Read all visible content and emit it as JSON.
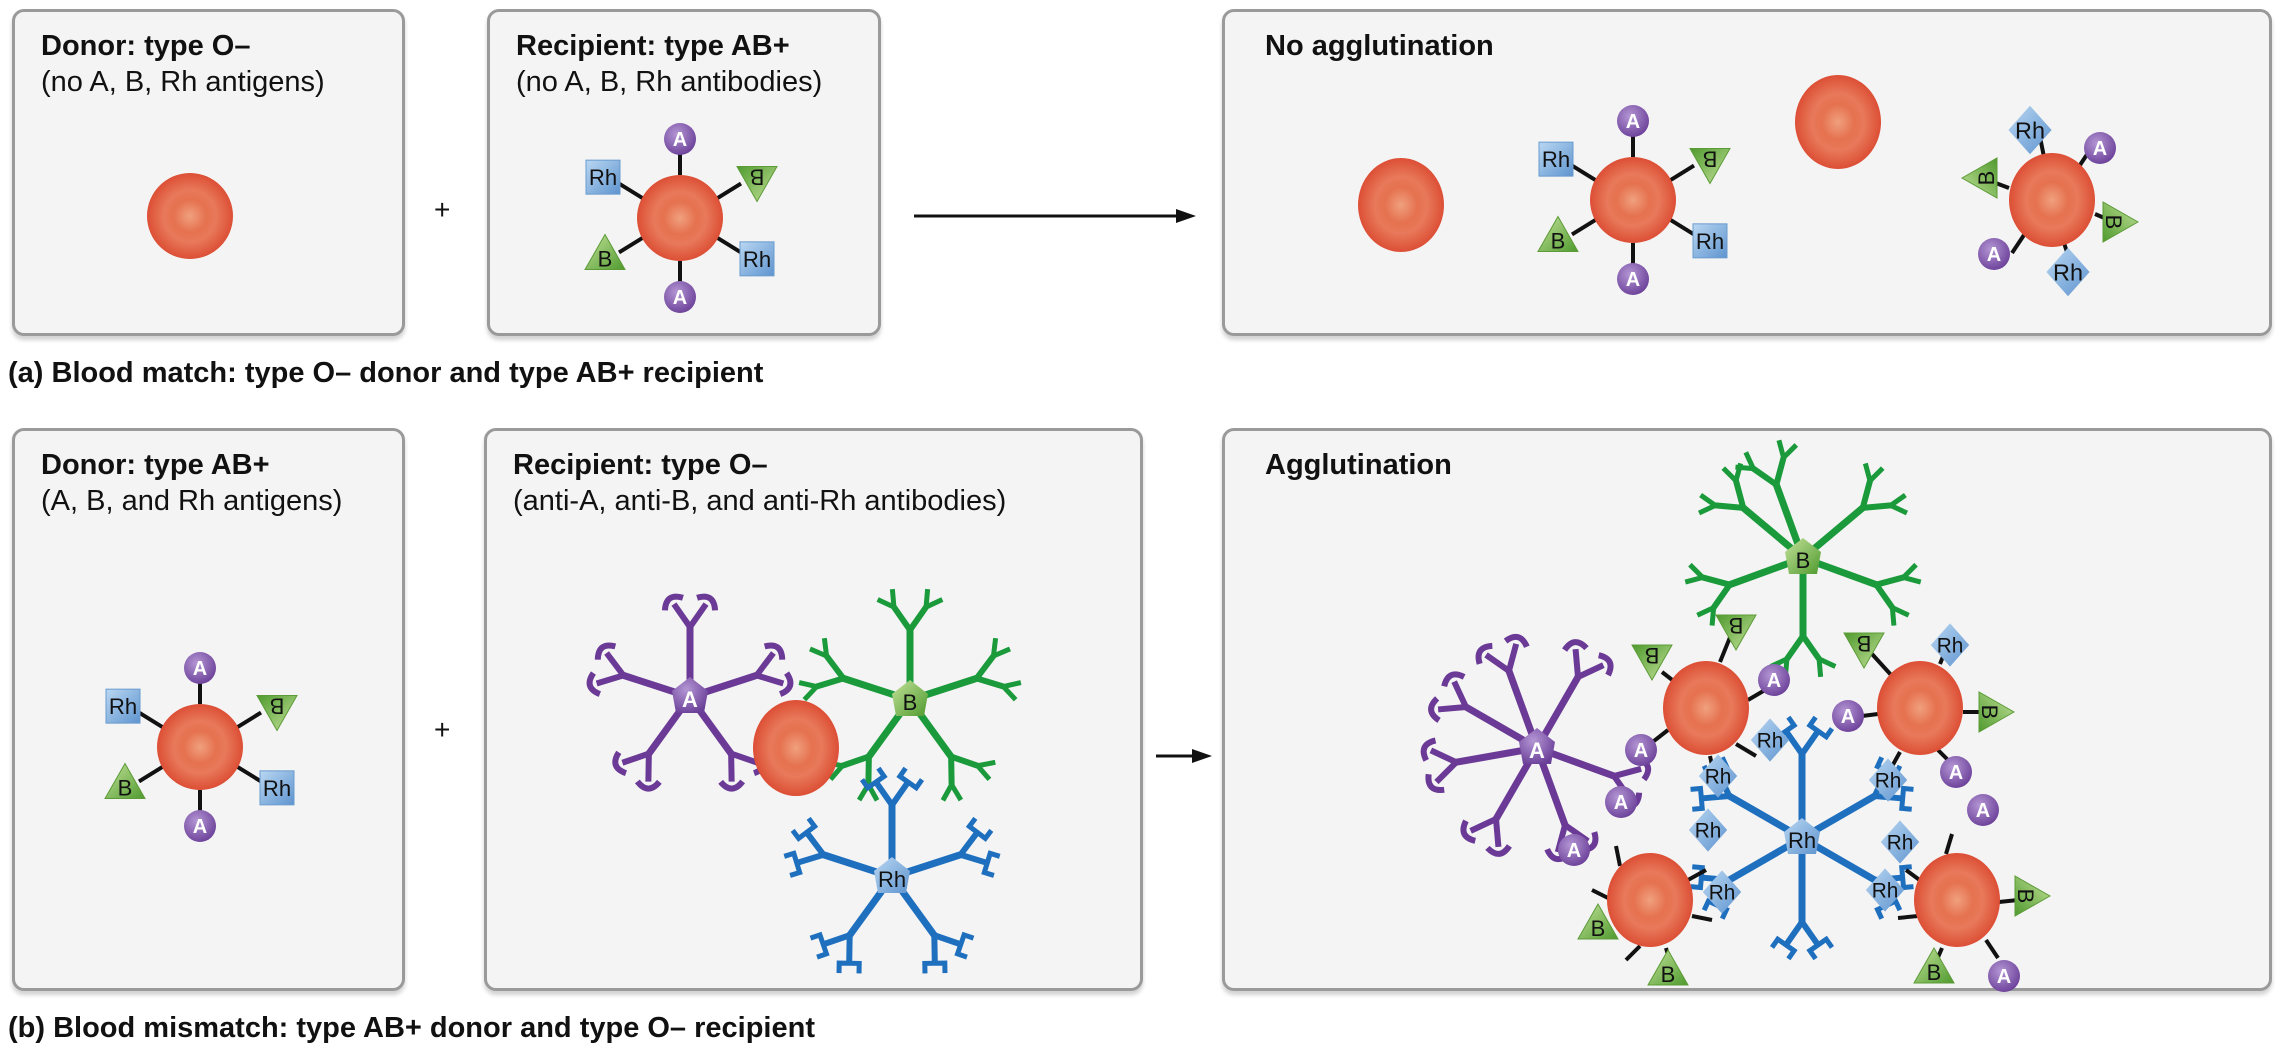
{
  "figure": {
    "part_a": {
      "caption": "(a) Blood match: type O– donor and type AB+ recipient",
      "donor": {
        "title": "Donor: type O–",
        "subtitle": "(no A, B, Rh antigens)"
      },
      "recipient": {
        "title": "Recipient: type AB+",
        "subtitle": "(no A, B, Rh antibodies)"
      },
      "result": {
        "title": "No agglutination"
      },
      "operator": "+"
    },
    "part_b": {
      "caption": "(b) Blood mismatch: type AB+ donor and type O– recipient",
      "donor": {
        "title": "Donor: type AB+",
        "subtitle": "(A, B, and Rh antigens)"
      },
      "recipient": {
        "title": "Recipient: type O–",
        "subtitle": "(anti-A, anti-B, and anti-Rh antibodies)"
      },
      "result": {
        "title": "Agglutination"
      },
      "operator": "+"
    },
    "labels": {
      "A": "A",
      "B": "B",
      "Rh": "Rh"
    },
    "colors": {
      "panel_bg": "#f4f4f4",
      "panel_border": "#9a9a9a",
      "rbc": "#e0553a",
      "antigen_A": "#7a4ea3",
      "antigen_B": "#7fb24a",
      "antigen_Rh": "#7aa8d8",
      "antibody_A": "#6b3a96",
      "antibody_B": "#1a9a3a",
      "antibody_Rh": "#1f6fbf"
    }
  }
}
